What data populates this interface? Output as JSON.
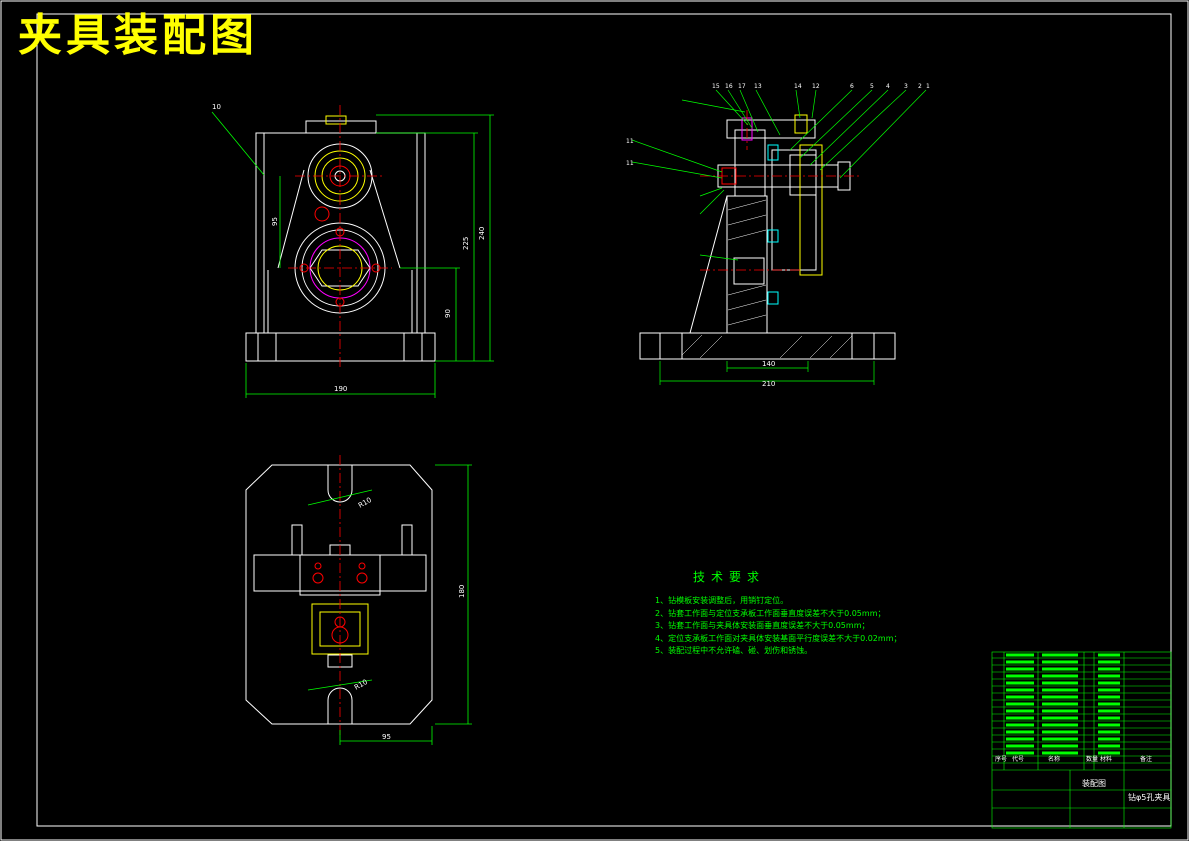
{
  "title": "夹具装配图",
  "tech_requirements": {
    "heading": "技术要求",
    "items": [
      "1、钻模板安装调整后，用销钉定位。",
      "2、钻套工作面与定位支承板工作面垂直度误差不大于0.05mm；",
      "3、钻套工作面与夹具体安装面垂直度误差不大于0.05mm；",
      "4、定位支承板工作面对夹具体安装基面平行度误差不大于0.02mm；",
      "5、装配过程中不允许磕、碰、划伤和锈蚀。"
    ]
  },
  "dimensions": {
    "front_width": "190",
    "front_height": "240",
    "front_h2": "225",
    "front_h3": "90",
    "front_h4": "95",
    "side_width": "210",
    "side_inner": "140",
    "top_height": "180",
    "top_width": "95",
    "r10_top": "R10",
    "r10_bottom": "R10"
  },
  "balloons": {
    "front": "10",
    "side_top": [
      "15",
      "16",
      "17",
      "13",
      "14",
      "12",
      "6",
      "5",
      "4",
      "3",
      "2",
      "1"
    ],
    "side_left": [
      "11",
      "11"
    ]
  },
  "title_block": {
    "drawing_name": "装配图",
    "part_name": "钻φ5孔夹具",
    "col_headers": [
      "序号",
      "代号",
      "名称",
      "数量",
      "材料",
      "备注"
    ]
  }
}
